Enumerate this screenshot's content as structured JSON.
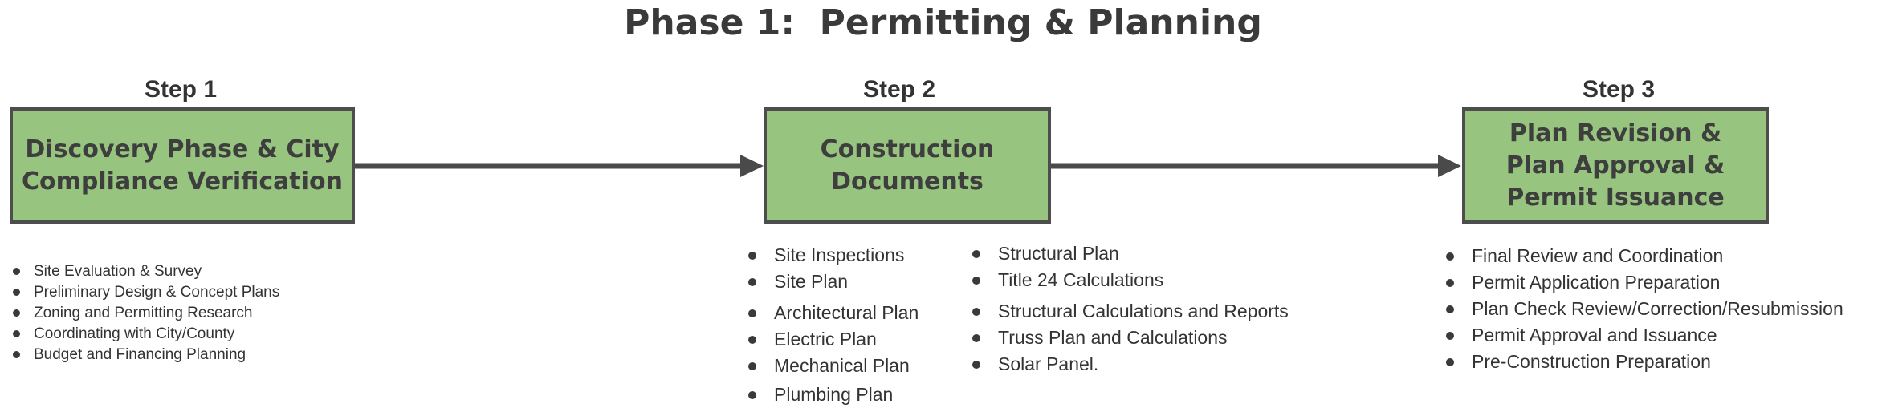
{
  "title": "Phase 1:  Permitting & Planning",
  "steps": [
    {
      "label": "Step 1",
      "box_text": "Discovery Phase & City\nCompliance Verification",
      "items": [
        "Site Evaluation & Survey",
        "Preliminary Design & Concept Plans",
        "Zoning and Permitting Research",
        "Coordinating with City/County",
        "Budget and Financing Planning"
      ]
    },
    {
      "label": "Step 2",
      "box_text": "Construction\nDocuments",
      "items_col1": [
        "Site Inspections",
        "Site Plan",
        "Architectural Plan",
        "Electric Plan",
        "Mechanical Plan",
        "Plumbing Plan"
      ],
      "items_col2": [
        "Structural Plan",
        "Title 24 Calculations",
        "Structural Calculations and Reports",
        "Truss Plan and Calculations",
        "Solar Panel."
      ]
    },
    {
      "label": "Step 3",
      "box_text": "Plan Revision &\nPlan Approval &\nPermit Issuance",
      "items": [
        "Final Review and Coordination",
        "Permit Application Preparation",
        "Plan Check Review/Correction/Resubmission",
        "Permit Approval and Issuance",
        "Pre-Construction Preparation"
      ]
    }
  ],
  "colors": {
    "box_fill": "#97c57f",
    "box_border": "#4d4d4d",
    "arrow": "#4a4a4a",
    "text": "#3a3a3a"
  }
}
